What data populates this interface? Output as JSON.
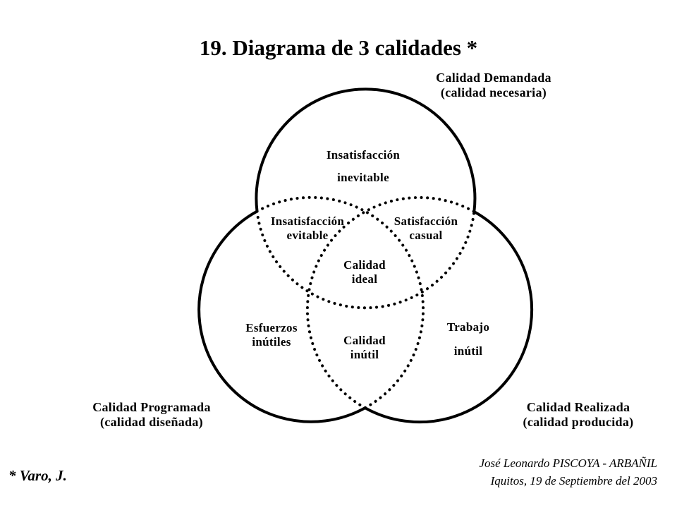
{
  "title": "19. Diagrama de 3 calidades *",
  "circles": {
    "demandada": {
      "line1": "Calidad Demandada",
      "line2": "(calidad necesaria)"
    },
    "programada": {
      "line1": "Calidad Programada",
      "line2": "(calidad diseñada)"
    },
    "realizada": {
      "line1": "Calidad Realizada",
      "line2": "(calidad producida)"
    }
  },
  "regions": {
    "insatisfaccion_inevitable": {
      "line1": "Insatisfacción",
      "line2": "inevitable"
    },
    "insatisfaccion_evitable": {
      "line1": "Insatisfacción",
      "line2": "evitable"
    },
    "satisfaccion_casual": {
      "line1": "Satisfacción",
      "line2": "casual"
    },
    "calidad_ideal": {
      "line1": "Calidad",
      "line2": "ideal"
    },
    "esfuerzos_inutiles": {
      "line1": "Esfuerzos",
      "line2": "inútiles"
    },
    "calidad_inutil": {
      "line1": "Calidad",
      "line2": "inútil"
    },
    "trabajo_inutil": {
      "line1": "Trabajo",
      "line2": "inútil"
    }
  },
  "footnote": "*  Varo, J.",
  "author": {
    "name": "José Leonardo PISCOYA - ARBAÑIL",
    "place_date": "Iquitos, 19 de Septiembre del 2003"
  }
}
